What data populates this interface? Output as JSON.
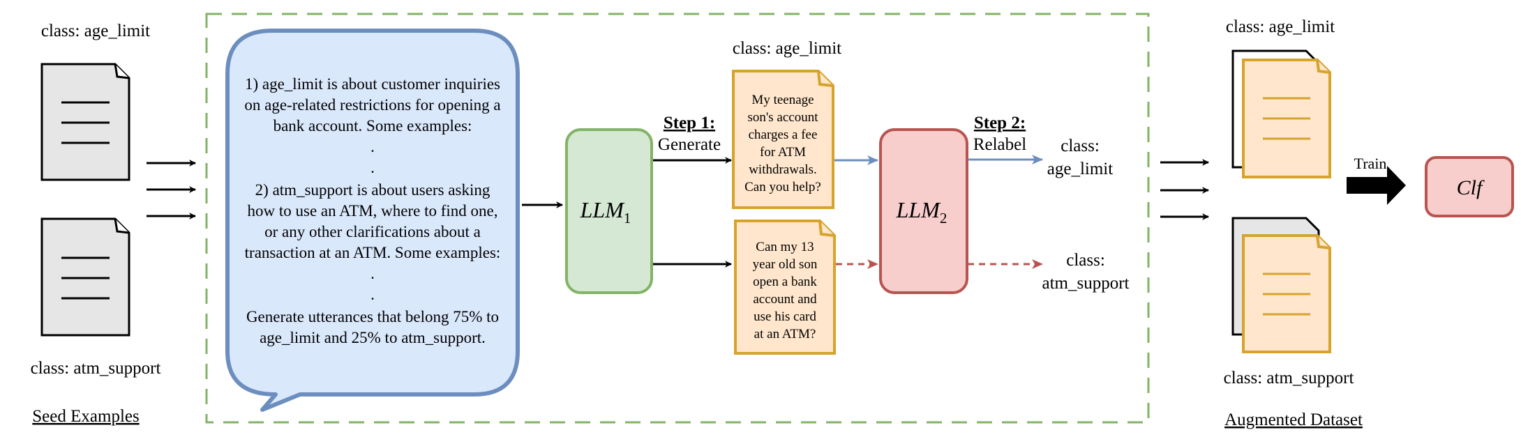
{
  "seed": {
    "class_top": "class: age_limit",
    "class_bottom": "class: atm_support",
    "caption": "Seed Examples"
  },
  "prompt": {
    "lines": [
      "1) age_limit is about customer inquiries",
      "on age-related restrictions for opening a",
      "bank account. Some examples:",
      ".",
      "2) atm_support is about users asking",
      "how to use an ATM, where to find one,",
      "or any other clarifications about a",
      "transaction at an ATM. Some examples:",
      ".",
      "Generate utterances that belong 75% to",
      "age_limit and 25% to atm_support."
    ]
  },
  "llm1": {
    "base": "LLM",
    "sub": "1"
  },
  "llm2": {
    "base": "LLM",
    "sub": "2"
  },
  "step1": {
    "title": "Step 1:",
    "action": "Generate"
  },
  "step2": {
    "title": "Step 2:",
    "action": "Relabel"
  },
  "generated": {
    "class_label": "class: age_limit",
    "note1": [
      "My teenage",
      "son's account",
      "charges a fee",
      "for ATM",
      "withdrawals.",
      "Can you help?"
    ],
    "note2": [
      "Can my 13",
      "year old son",
      "open a bank",
      "account and",
      "use his card",
      "at an ATM?"
    ]
  },
  "relabel": {
    "out1": [
      "class:",
      "age_limit"
    ],
    "out2": [
      "class:",
      "atm_support"
    ]
  },
  "augmented": {
    "class_top": "class: age_limit",
    "class_bottom": "class: atm_support",
    "caption": "Augmented Dataset"
  },
  "train": {
    "label": "Train"
  },
  "clf": {
    "label": "Clf"
  },
  "colors": {
    "dashed_border": "#82b366",
    "bubble_fill": "#dae8fc",
    "bubble_stroke": "#6c8ebf",
    "llm1_fill": "#d5e8d4",
    "llm1_stroke": "#82b366",
    "llm2_fill": "#f8cecc",
    "llm2_stroke": "#b85450",
    "note_fill": "#ffe6cc",
    "note_stroke": "#d6a32b",
    "doc_fill": "#e6e6e6"
  }
}
